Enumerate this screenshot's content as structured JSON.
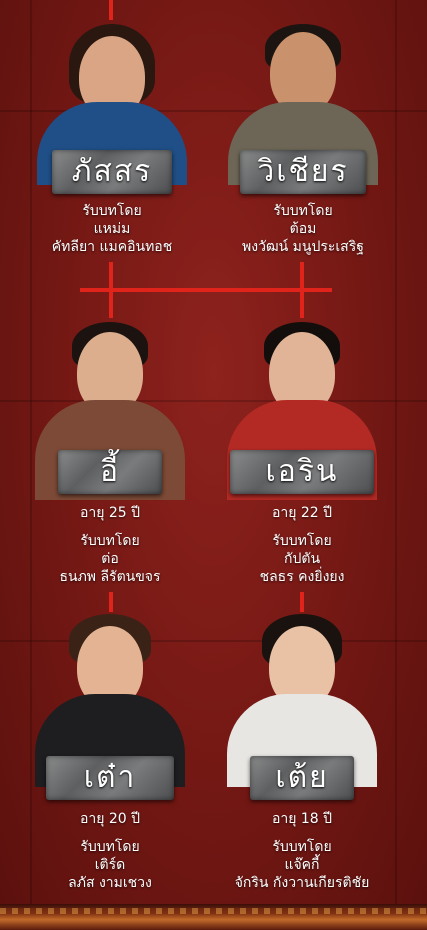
{
  "colors": {
    "background": "#6e1512",
    "connector": "#e0241b",
    "plate": "#6a6b6d",
    "text": "#ffffff"
  },
  "cast": [
    {
      "name": "ภัสสร",
      "role_by": "รับบทโดย",
      "actor_nick": "แหม่ม",
      "actor_name": "คัทลียา แมคอินทอช",
      "age": ""
    },
    {
      "name": "วิเชียร",
      "role_by": "รับบทโดย",
      "actor_nick": "ต้อม",
      "actor_name": "พงวัฒน์ มนูประเสริฐ",
      "age": ""
    },
    {
      "name": "อี้",
      "role_by": "รับบทโดย",
      "actor_nick": "ต่อ",
      "actor_name": "ธนภพ ลีรัตนขจร",
      "age": "อายุ 25 ปี"
    },
    {
      "name": "เอริน",
      "role_by": "รับบทโดย",
      "actor_nick": "กัปตัน",
      "actor_name": "ชลธร คงยิ่งยง",
      "age": "อายุ 22 ปี"
    },
    {
      "name": "เต๋า",
      "role_by": "รับบทโดย",
      "actor_nick": "เติร์ด",
      "actor_name": "ลภัส งามเชวง",
      "age": "อายุ 20 ปี"
    },
    {
      "name": "เต้ย",
      "role_by": "รับบทโดย",
      "actor_nick": "แจ๊คกี้",
      "actor_name": "จักริน กังวานเกียรติชัย",
      "age": "อายุ 18 ปี"
    }
  ]
}
